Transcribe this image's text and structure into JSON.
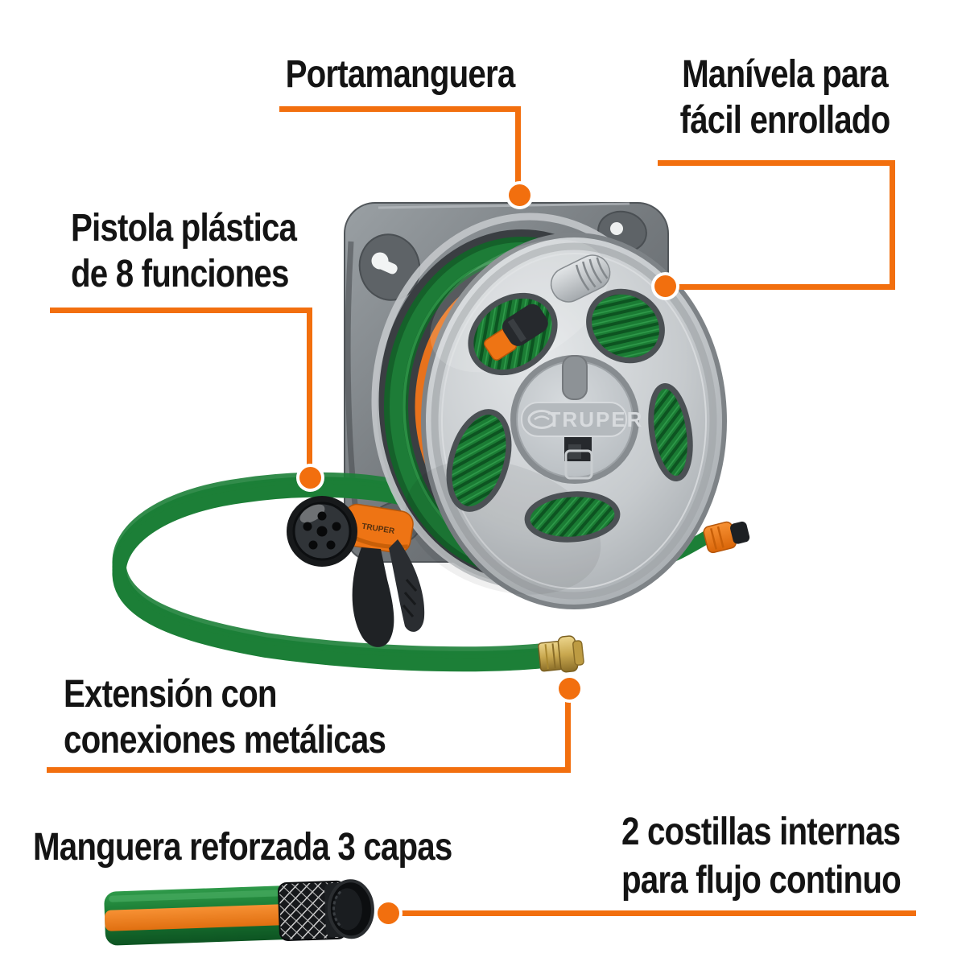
{
  "brand": {
    "name": "TRUPER",
    "gun_label": "TRUPER"
  },
  "colors": {
    "accent_orange": "#f26f0e",
    "hose_green": "#1b7c34",
    "hose_stripe_orange": "#ef7c1d",
    "metal_silver": "#c3c7ca",
    "brass": "#c9a84f",
    "text": "#141414",
    "background": "#ffffff"
  },
  "callouts": {
    "portamanguera": {
      "label": "Portamanguera"
    },
    "manivela": {
      "line1": "Manívela para",
      "line2": "fácil enrollado"
    },
    "pistola": {
      "line1": "Pistola plástica",
      "line2": "de 8 funciones"
    },
    "extension": {
      "line1": "Extensión con",
      "line2": "conexiones metálicas"
    },
    "manguera": {
      "label": "Manguera reforzada 3 capas"
    },
    "costillas": {
      "line1": "2 costillas internas",
      "line2": "para flujo continuo"
    }
  }
}
